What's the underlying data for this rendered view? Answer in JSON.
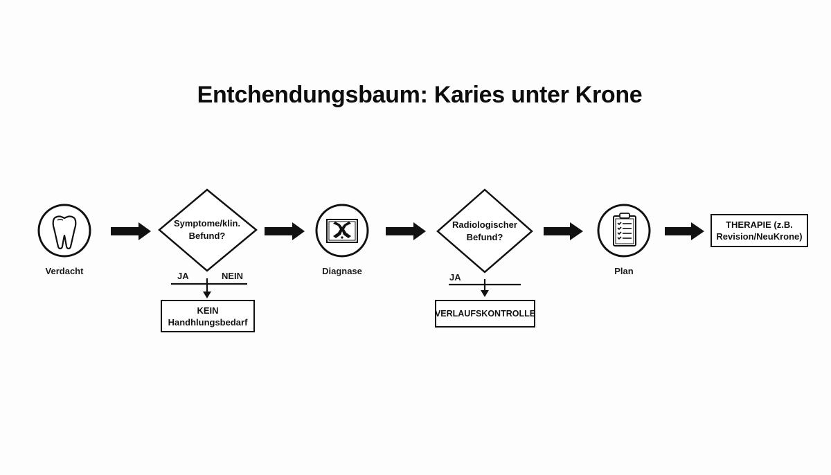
{
  "title": "Entchendungsbaum: Karies unter Krone",
  "nodes": {
    "verdacht": {
      "label": "Verdacht",
      "icon": "tooth-icon"
    },
    "decision1": {
      "line1": "Symptome/klin.",
      "line2": "Befund?",
      "yes_label": "JA",
      "no_label": "NEIN",
      "outcome": {
        "line1": "KEIN",
        "line2": "Handhlungsbedarf"
      }
    },
    "diagnose": {
      "label": "Diagnase",
      "icon": "xray-icon"
    },
    "decision2": {
      "line1": "Radiologischer",
      "line2": "Befund?",
      "yes_label": "JA",
      "outcome": {
        "line1": "VERLAUFSKONTROLLE"
      }
    },
    "plan": {
      "label": "Plan",
      "icon": "clipboard-checklist-icon"
    },
    "therapie": {
      "line1": "THERAPIE (z.B.",
      "line2": "Revision/NeuKrone)"
    }
  },
  "colors": {
    "stroke": "#111111",
    "background": "#fdfdfd"
  }
}
